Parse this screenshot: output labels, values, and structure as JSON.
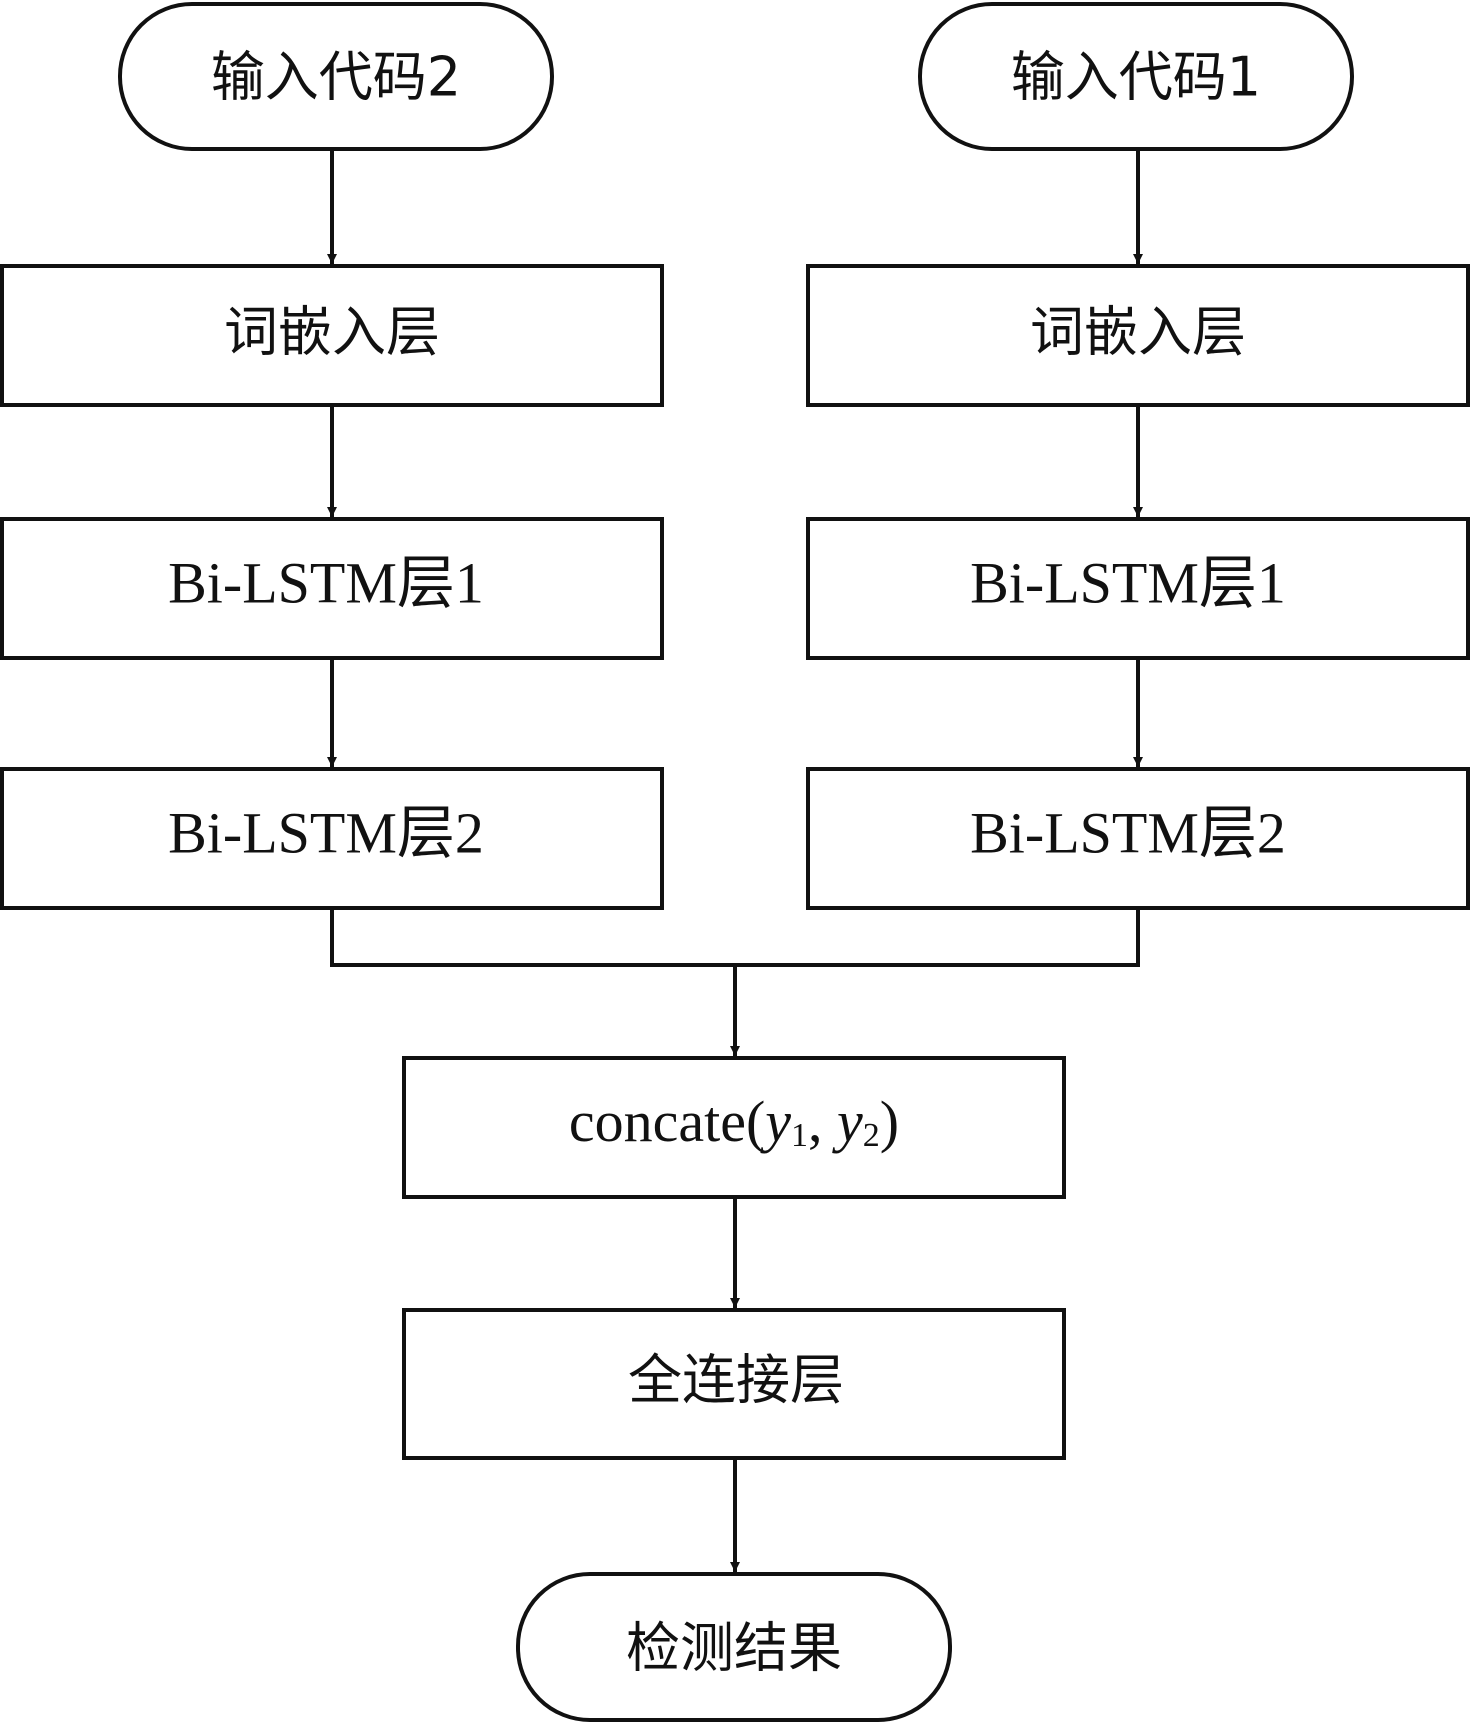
{
  "diagram": {
    "nodes": {
      "input_code_2": "输入代码2",
      "input_code_1": "输入代码1",
      "word_embedding_left": "词嵌入层",
      "word_embedding_right": "词嵌入层",
      "bilstm1_left": "Bi-LSTM层1",
      "bilstm1_right": "Bi-LSTM层1",
      "bilstm2_left": "Bi-LSTM层2",
      "bilstm2_right": "Bi-LSTM层2",
      "concat": {
        "prefix": "concate(",
        "var1": "y",
        "sub1": "1",
        "sep": ", ",
        "var2": "y",
        "sub2": "2",
        "suffix": ")"
      },
      "fully_connected": "全连接层",
      "result": "检测结果"
    },
    "colors": {
      "stroke": "#111111",
      "fill": "#ffffff"
    }
  }
}
